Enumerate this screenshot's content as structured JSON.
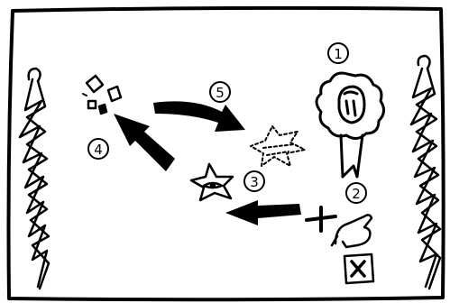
{
  "steps": [
    {
      "number": "1",
      "depicts": "ribbon-medal-portrait"
    },
    {
      "number": "2",
      "depicts": "hand-adding-vote"
    },
    {
      "number": "3",
      "depicts": "star-badge"
    },
    {
      "number": "4",
      "depicts": "shattered-pieces"
    },
    {
      "number": "5",
      "depicts": "dotted-star"
    }
  ],
  "colors": {
    "ink": "#000000",
    "paper": "#ffffff"
  }
}
